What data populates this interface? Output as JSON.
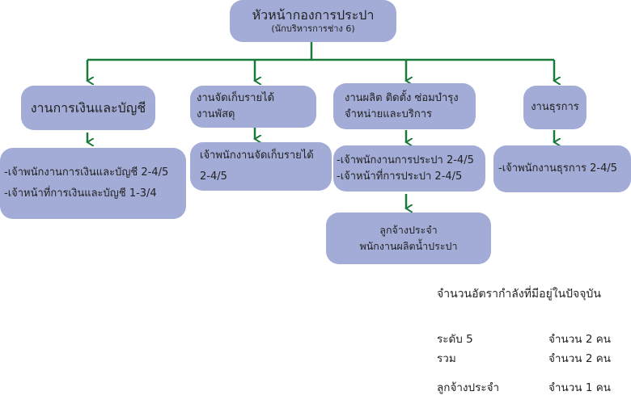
{
  "head": {
    "title": "หัวหน้ากองการประปา",
    "subtitle": "(นักบริหารการช่าง 6)"
  },
  "units": [
    {
      "name": "งานการเงินและบัญชี",
      "staff": [
        "-เจ้าพนักงานการเงินและบัญชี 2-4/5",
        "-เจ้าหน้าที่การเงินและบัญชี 1-3/4"
      ]
    },
    {
      "name_lines": [
        "งานจัดเก็บรายได้",
        "งานพัสดุ"
      ],
      "staff": [
        "เจ้าพนักงานจัดเก็บรายได้",
        "2-4/5"
      ]
    },
    {
      "name_lines": [
        "งานผลิต ติดตั้ง ซ่อมบำรุง",
        "จำหน่ายและบริการ"
      ],
      "staff": [
        "-เจ้าพนักงานการประปา 2-4/5",
        "-เจ้าหน้าที่การประปา 2-4/5"
      ],
      "sub": [
        "ลูกจ้างประจำ",
        "พนักงานผลิตน้ำประปา"
      ]
    },
    {
      "name": "งานธุรการ",
      "staff": [
        "-เจ้าพนักงานธุรการ 2-4/5"
      ]
    }
  ],
  "summary": {
    "title": "จำนวนอัตรากำลังที่มีอยู่ในปัจจุบัน",
    "rows": [
      {
        "label": "ระดับ 5",
        "value": "จำนวน 2 คน"
      },
      {
        "label": "รวม",
        "value": "จำนวน 2 คน"
      },
      {
        "label": "ลูกจ้างประจำ",
        "value": "จำนวน 1 คน"
      }
    ]
  },
  "colors": {
    "box": "#a2acd6",
    "connector": "#1a7a3a"
  }
}
